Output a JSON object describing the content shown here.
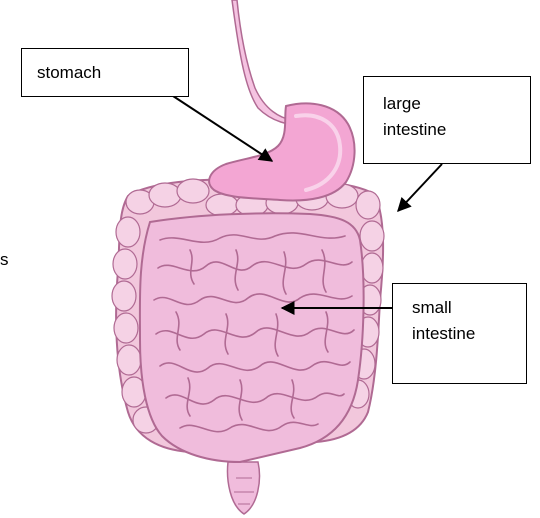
{
  "labels": {
    "stomach": "stomach",
    "large_intestine_line1": "large",
    "large_intestine_line2": "intestine",
    "small_intestine_line1": "small",
    "small_intestine_line2": "intestine"
  },
  "side_text": "s",
  "colors": {
    "organ_fill": "#f0bcdc",
    "organ_light": "#f7d7eb",
    "organ_outline": "#b06a93",
    "stomach_fill": "#f3a6d3",
    "colon_fill": "#f2c7dc",
    "arrow": "#000000"
  }
}
